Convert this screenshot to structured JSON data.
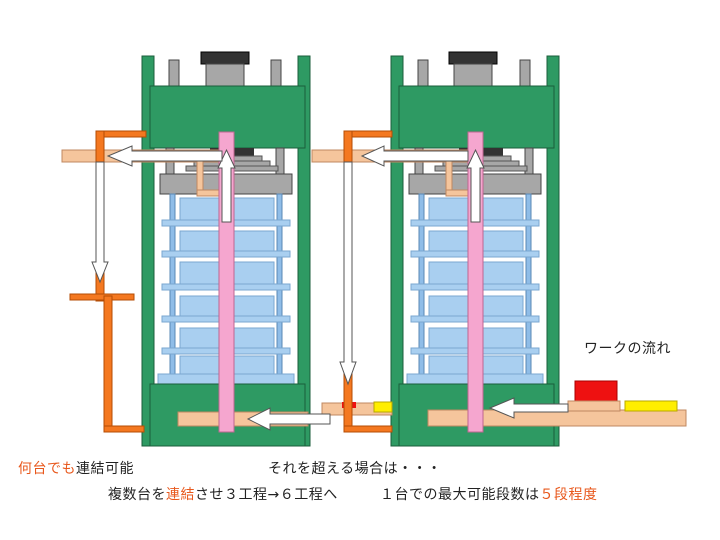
{
  "work_flow_label": "ワークの流れ",
  "captions": {
    "left_line1_hl": "何台でも",
    "left_line1_rest": "連結可能",
    "left_line2_a": "複数台を",
    "left_line2_hl": "連結",
    "left_line2_b": "させ３工程→６工程へ",
    "right_line1": "それを超える場合は・・・",
    "right_line2_a": "１台での最大可能段数は",
    "right_line2_hl": "５段程度"
  },
  "colors": {
    "frame_green": "#2e9a63",
    "orange": "#f47820",
    "pink": "#f5a6cf",
    "tan": "#f5c59c",
    "blue": "#a9cff0",
    "platen_blue": "#8fbde8",
    "gray": "#a7a7a7",
    "dark": "#333333",
    "red": "#ee1111",
    "yellow": "#ffee00",
    "highlight_text": "#e8581c"
  }
}
